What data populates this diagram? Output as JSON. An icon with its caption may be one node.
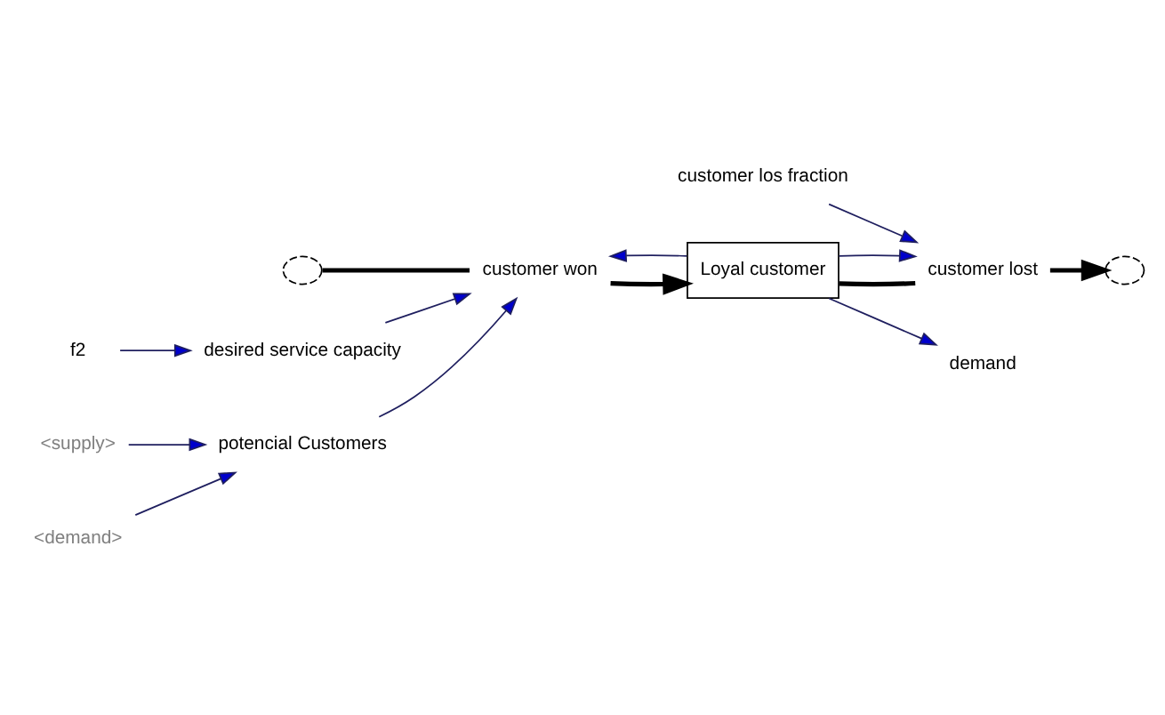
{
  "diagram": {
    "nodes": [
      {
        "text": [
          "potencial Customers"
        ]
      },
      {
        "text": [],
        "shape": "cloud"
      },
      {
        "text": [
          "customer won"
        ]
      },
      {
        "text": [
          "Loyal customer"
        ]
      },
      {
        "text": [
          "customer lost"
        ]
      },
      {
        "text": [],
        "shape": "cloud"
      },
      {
        "text": [
          "demand"
        ]
      },
      {
        "text": [
          "<supply>"
        ]
      },
      {
        "text": [
          "<demand>"
        ]
      },
      {
        "text": [
          "desired service capacity"
        ]
      },
      {
        "text": [
          "f2"
        ]
      },
      {
        "text": [
          "customer los fraction"
        ]
      }
    ],
    "edges": [
      {
        "from": 1,
        "to": 2,
        "arrow": "none",
        "style": "thick",
        "color": "#000000"
      },
      {
        "from": 2,
        "to": 3,
        "arrow": "to",
        "style": "thick",
        "color": "#000000"
      },
      {
        "from": 3,
        "to": 4,
        "arrow": "none",
        "style": "thick",
        "color": "#000000"
      },
      {
        "from": 4,
        "to": 5,
        "arrow": "to",
        "style": "thick",
        "color": "#000000"
      },
      {
        "from": 0,
        "to": 2,
        "arrow": "to"
      },
      {
        "from": 3,
        "to": 2,
        "arrow": "to"
      },
      {
        "from": 3,
        "to": 6,
        "arrow": "to"
      },
      {
        "from": 3,
        "to": 4,
        "arrow": "to"
      },
      {
        "from": 11,
        "to": 4,
        "arrow": "to"
      },
      {
        "from": 7,
        "to": 0,
        "arrow": "to"
      },
      {
        "from": 8,
        "to": 0,
        "arrow": "to"
      },
      {
        "from": 9,
        "to": 2,
        "arrow": "to"
      },
      {
        "from": 10,
        "to": 9,
        "arrow": "to"
      }
    ]
  }
}
